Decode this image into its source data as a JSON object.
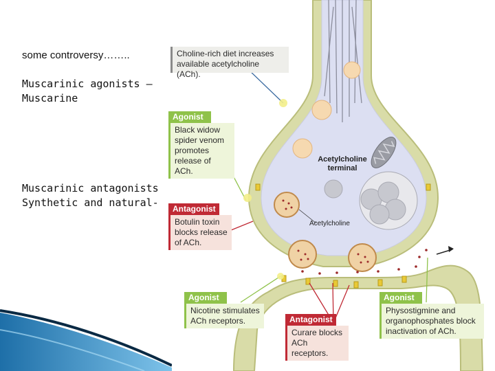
{
  "slide": {
    "heading": "some controversy……..",
    "agonists_line1": "Muscarinic agonists –",
    "agonists_line2": "Muscarine",
    "antagonists_line1": "Muscarinic antagonists",
    "antagonists_line2": "Synthetic and natural-"
  },
  "figure": {
    "diet_line1": "Choline-rich diet increases",
    "diet_line2": "available acetylcholine (ACh).",
    "terminal_line1": "Acetylcholine",
    "terminal_line2": "terminal",
    "ach_label": "Acetylcholine",
    "callouts": [
      {
        "tag": "Agonist",
        "lines": [
          "Black widow",
          "spider venom",
          "promotes",
          "release of ACh."
        ]
      },
      {
        "tag": "Antagonist",
        "lines": [
          "Botulin toxin",
          "blocks release",
          "of ACh."
        ]
      },
      {
        "tag": "Agonist",
        "lines": [
          "Nicotine stimulates",
          "ACh receptors."
        ]
      },
      {
        "tag": "Antagonist",
        "lines": [
          "Curare blocks",
          "ACh receptors."
        ]
      },
      {
        "tag": "Agonist",
        "lines": [
          "Physostigmine and",
          "organophosphates  block",
          "inactivation of ACh."
        ]
      }
    ]
  },
  "colors": {
    "agonist": "#8fc24a",
    "antagonist": "#c02a35",
    "membrane": "#d9dca8",
    "terminal_interior": "#dcdff2",
    "decor_blue": "#3a8fc4"
  }
}
